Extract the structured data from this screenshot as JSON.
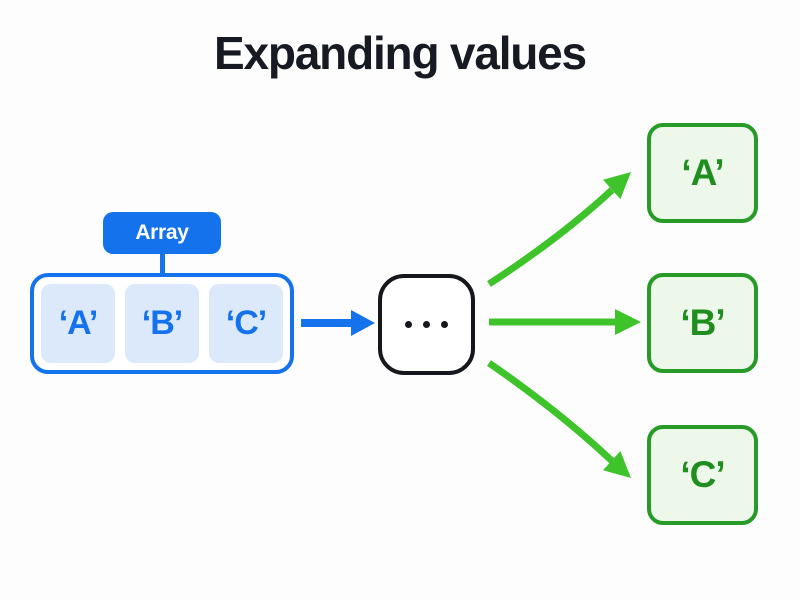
{
  "title": "Expanding values",
  "array": {
    "label": "Array",
    "items": [
      "‘A’",
      "‘B’",
      "‘C’"
    ]
  },
  "outputs": [
    "‘A’",
    "‘B’",
    "‘C’"
  ],
  "icons": {
    "spread": "ellipsis-icon"
  },
  "colors": {
    "blue": "#1372ec",
    "blue_cell_bg": "#dbe9fb",
    "black": "#15171c",
    "green_arrow": "#3ec42a",
    "green_border": "#279a27",
    "green_text": "#1f8e1f",
    "green_bg": "#edf8ea",
    "title_text": "#171a22"
  }
}
